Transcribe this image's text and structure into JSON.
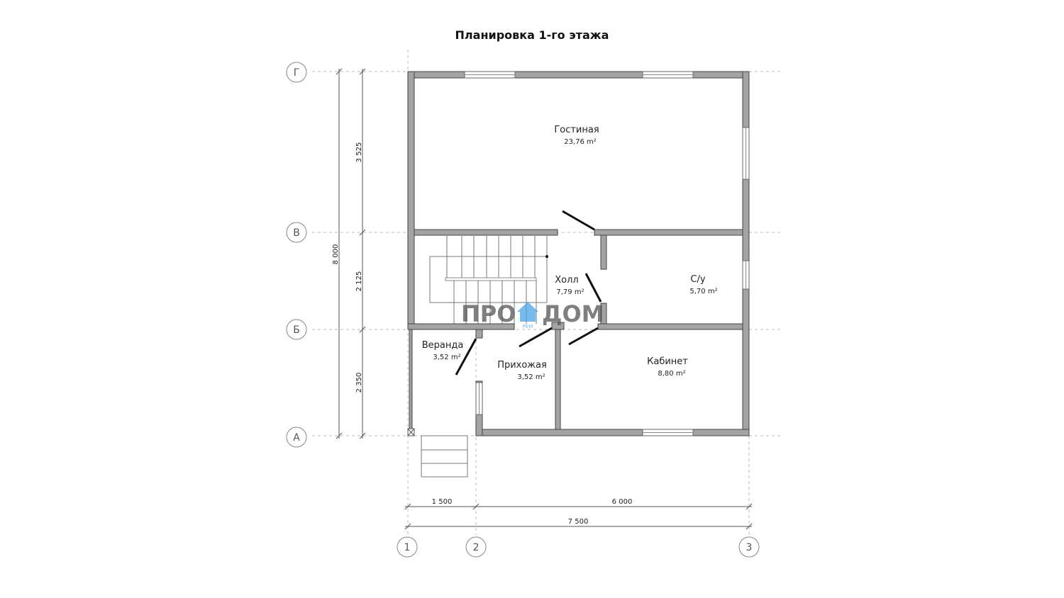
{
  "title": "Планировка 1-го этажа",
  "axes": {
    "rows": [
      "Г",
      "В",
      "Б",
      "А"
    ],
    "cols": [
      "1",
      "2",
      "3"
    ]
  },
  "rooms": [
    {
      "name": "Гостиная",
      "area": "23,76 m²"
    },
    {
      "name": "Холл",
      "area": "7,79 m²"
    },
    {
      "name": "С/у",
      "area": "5,70 m²"
    },
    {
      "name": "Веранда",
      "area": "3,52 m²"
    },
    {
      "name": "Прихожая",
      "area": "3,52 m²"
    },
    {
      "name": "Кабинет",
      "area": "8,80 m²"
    }
  ],
  "dimensions": {
    "vertical_total": "8 000",
    "vertical": [
      "3 525",
      "2 125",
      "2 350"
    ],
    "horizontal": [
      "1 500",
      "6 000"
    ],
    "horizontal_total": "7 500"
  },
  "watermark": {
    "text_left": "ПРО",
    "text_right": "ДОМ",
    "sub": "РЕМ",
    "color": "#4aa3e8"
  }
}
